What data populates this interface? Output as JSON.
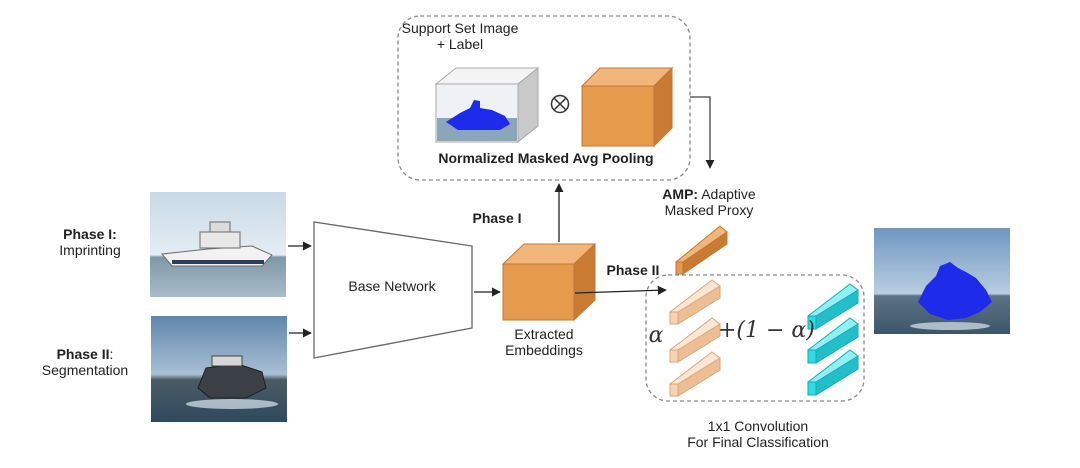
{
  "support_set": {
    "title_line1": "Support Set Image",
    "title_line2": "+ Label",
    "otimes": "⊗",
    "nmap_label": "Normalized Masked Avg Pooling"
  },
  "phase1_input": {
    "title": "Phase I:",
    "subtitle": "Imprinting"
  },
  "phase2_input": {
    "title": "Phase II",
    "colon": ":",
    "subtitle": "Segmentation"
  },
  "base_network": {
    "label": "Base Network"
  },
  "embeddings": {
    "line1": "Extracted",
    "line2": "Embeddings"
  },
  "phase_labels": {
    "phase1": "Phase I",
    "phase2": "Phase II"
  },
  "amp": {
    "bold": "AMP:",
    "line1_rest": " Adaptive",
    "line2": "Masked Proxy"
  },
  "classifier": {
    "alpha": "α",
    "one_minus_alpha": "+(1 − α)",
    "caption_line1": "1x1 Convolution",
    "caption_line2": "For Final Classification"
  },
  "colors": {
    "orange": "#E69A4B",
    "light_orange": "#F6D3B2",
    "cyan": "#2FD9E6",
    "mask_blue": "#1E2BEA",
    "dashed_border": "#8a8a8a"
  }
}
